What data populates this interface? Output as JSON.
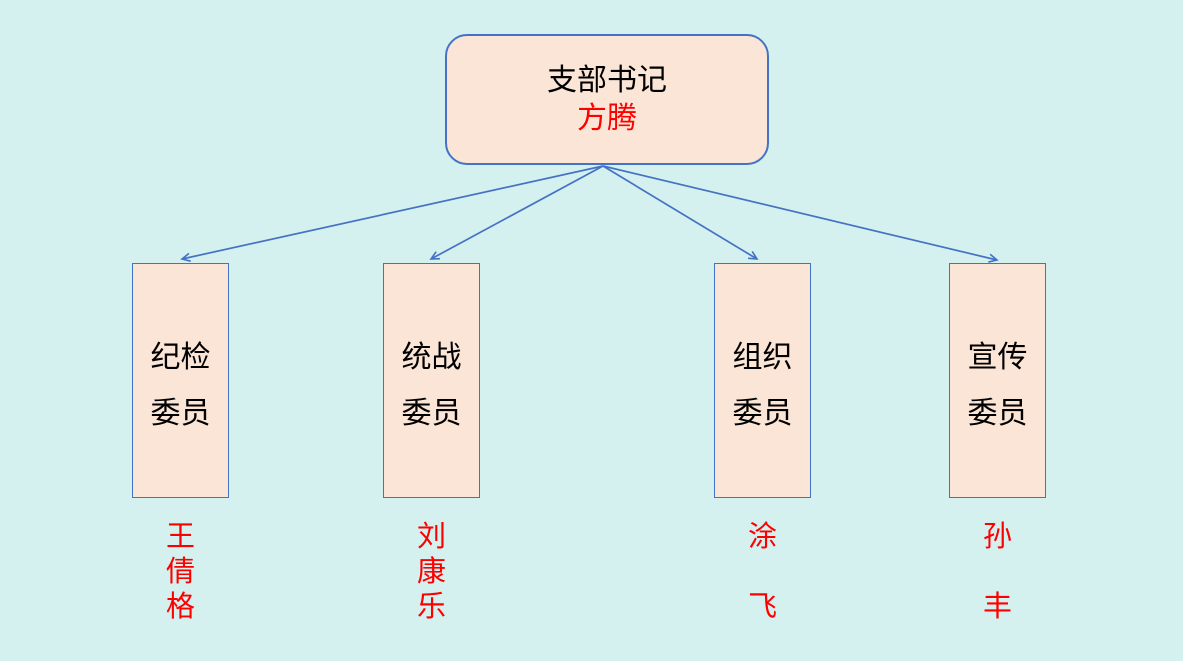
{
  "colors": {
    "background": "#d5f1ef",
    "box_fill": "#fbe5d6",
    "box_border": "#4472c4",
    "arrow": "#4472c4",
    "role_text": "#000000",
    "person_text": "#ff0000"
  },
  "root": {
    "role": "支部书记",
    "person": "方腾"
  },
  "branches": [
    {
      "role_lines": [
        "纪检",
        "委员"
      ],
      "person": "王倩格"
    },
    {
      "role_lines": [
        "统战",
        "委员"
      ],
      "person": "刘康乐"
    },
    {
      "role_lines": [
        "组织",
        "委员"
      ],
      "person": "涂飞"
    },
    {
      "role_lines": [
        "宣传",
        "委员"
      ],
      "person": "孙丰"
    }
  ]
}
